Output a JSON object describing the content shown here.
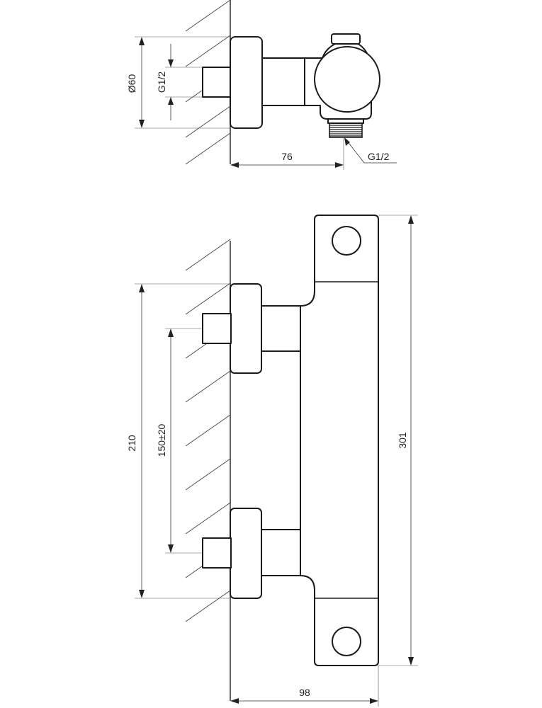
{
  "top_view": {
    "dims": {
      "diameter": "Ø60",
      "inlet_thread": "G1/2",
      "depth": "76",
      "outlet_thread": "G1/2"
    }
  },
  "front_view": {
    "dims": {
      "inlet_span": "210",
      "inlet_spacing": "150±20",
      "body_height": "301",
      "body_depth": "98"
    }
  }
}
